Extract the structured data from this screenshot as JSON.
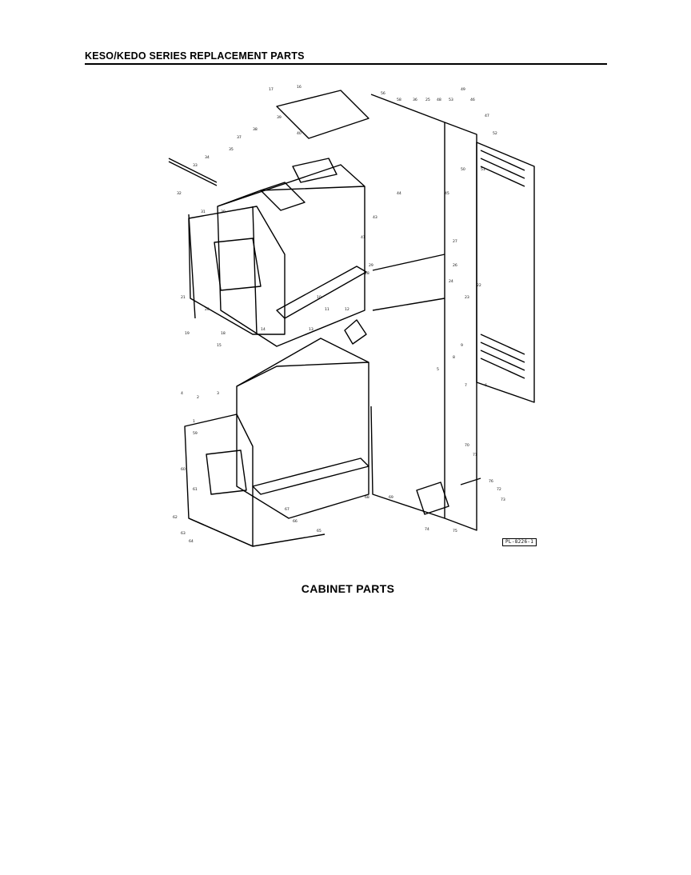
{
  "header": {
    "title": "KESO/KEDO SERIES REPLACEMENT PARTS"
  },
  "diagram": {
    "ref_code": "PL-8226-1",
    "callouts": [
      "17",
      "16",
      "56",
      "58",
      "36",
      "25",
      "48",
      "53",
      "49",
      "46",
      "47",
      "52",
      "51",
      "50",
      "45",
      "44",
      "43",
      "41",
      "40",
      "39",
      "38",
      "37",
      "35",
      "34",
      "33",
      "32",
      "31",
      "30",
      "29",
      "28",
      "27",
      "26",
      "24",
      "23",
      "22",
      "21",
      "20",
      "19",
      "18",
      "15",
      "14",
      "13",
      "12",
      "11",
      "10",
      "9",
      "8",
      "7",
      "6",
      "5",
      "4",
      "3",
      "2",
      "1",
      "59",
      "60",
      "61",
      "62",
      "63",
      "64",
      "65",
      "66",
      "67",
      "68",
      "69",
      "70",
      "71",
      "72",
      "73",
      "74",
      "75",
      "76"
    ]
  },
  "caption": "CABINET PARTS"
}
